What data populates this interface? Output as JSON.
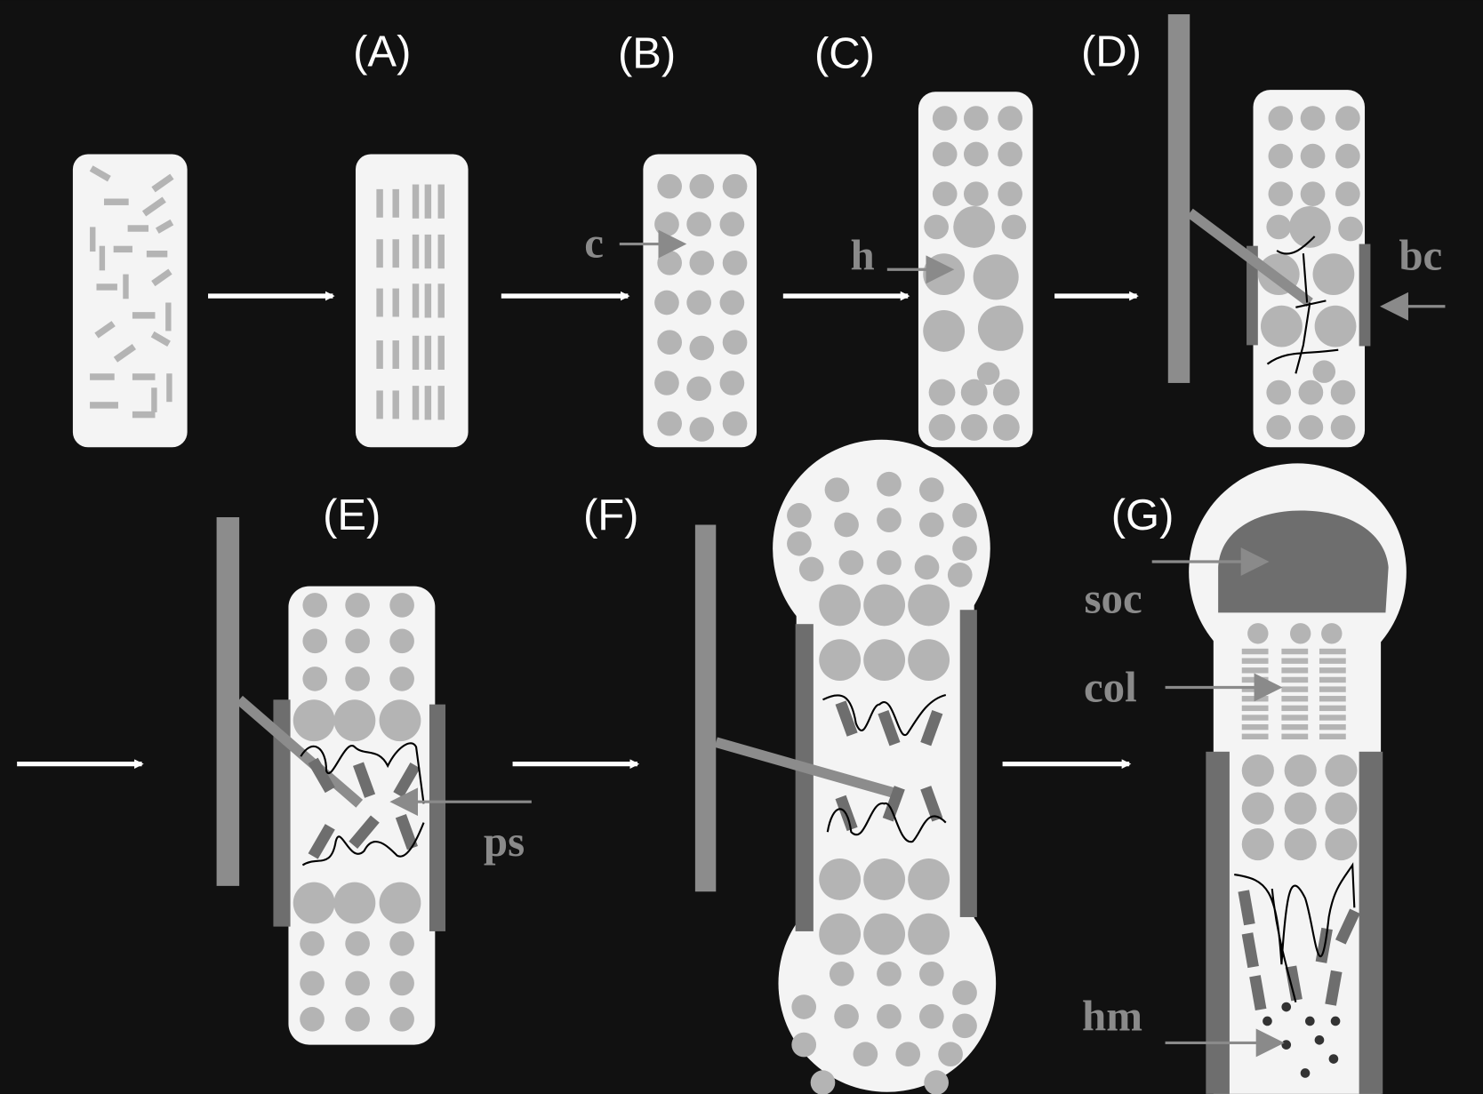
{
  "panels": {
    "a": "(A)",
    "b": "(B)",
    "c": "(C)",
    "d": "(D)",
    "e": "(E)",
    "f": "(F)",
    "g": "(G)"
  },
  "annotations": {
    "c": "c",
    "h": "h",
    "bc": "bc",
    "ps": "ps",
    "soc": "soc",
    "col": "col",
    "hm": "hm"
  },
  "colors": {
    "background": "#111111",
    "cartilage": "#f4f4f4",
    "cells": "#b4b4b4",
    "bone": "#8c8c8c",
    "collar": "#6e6e6e",
    "arrow": "#ffffff"
  }
}
